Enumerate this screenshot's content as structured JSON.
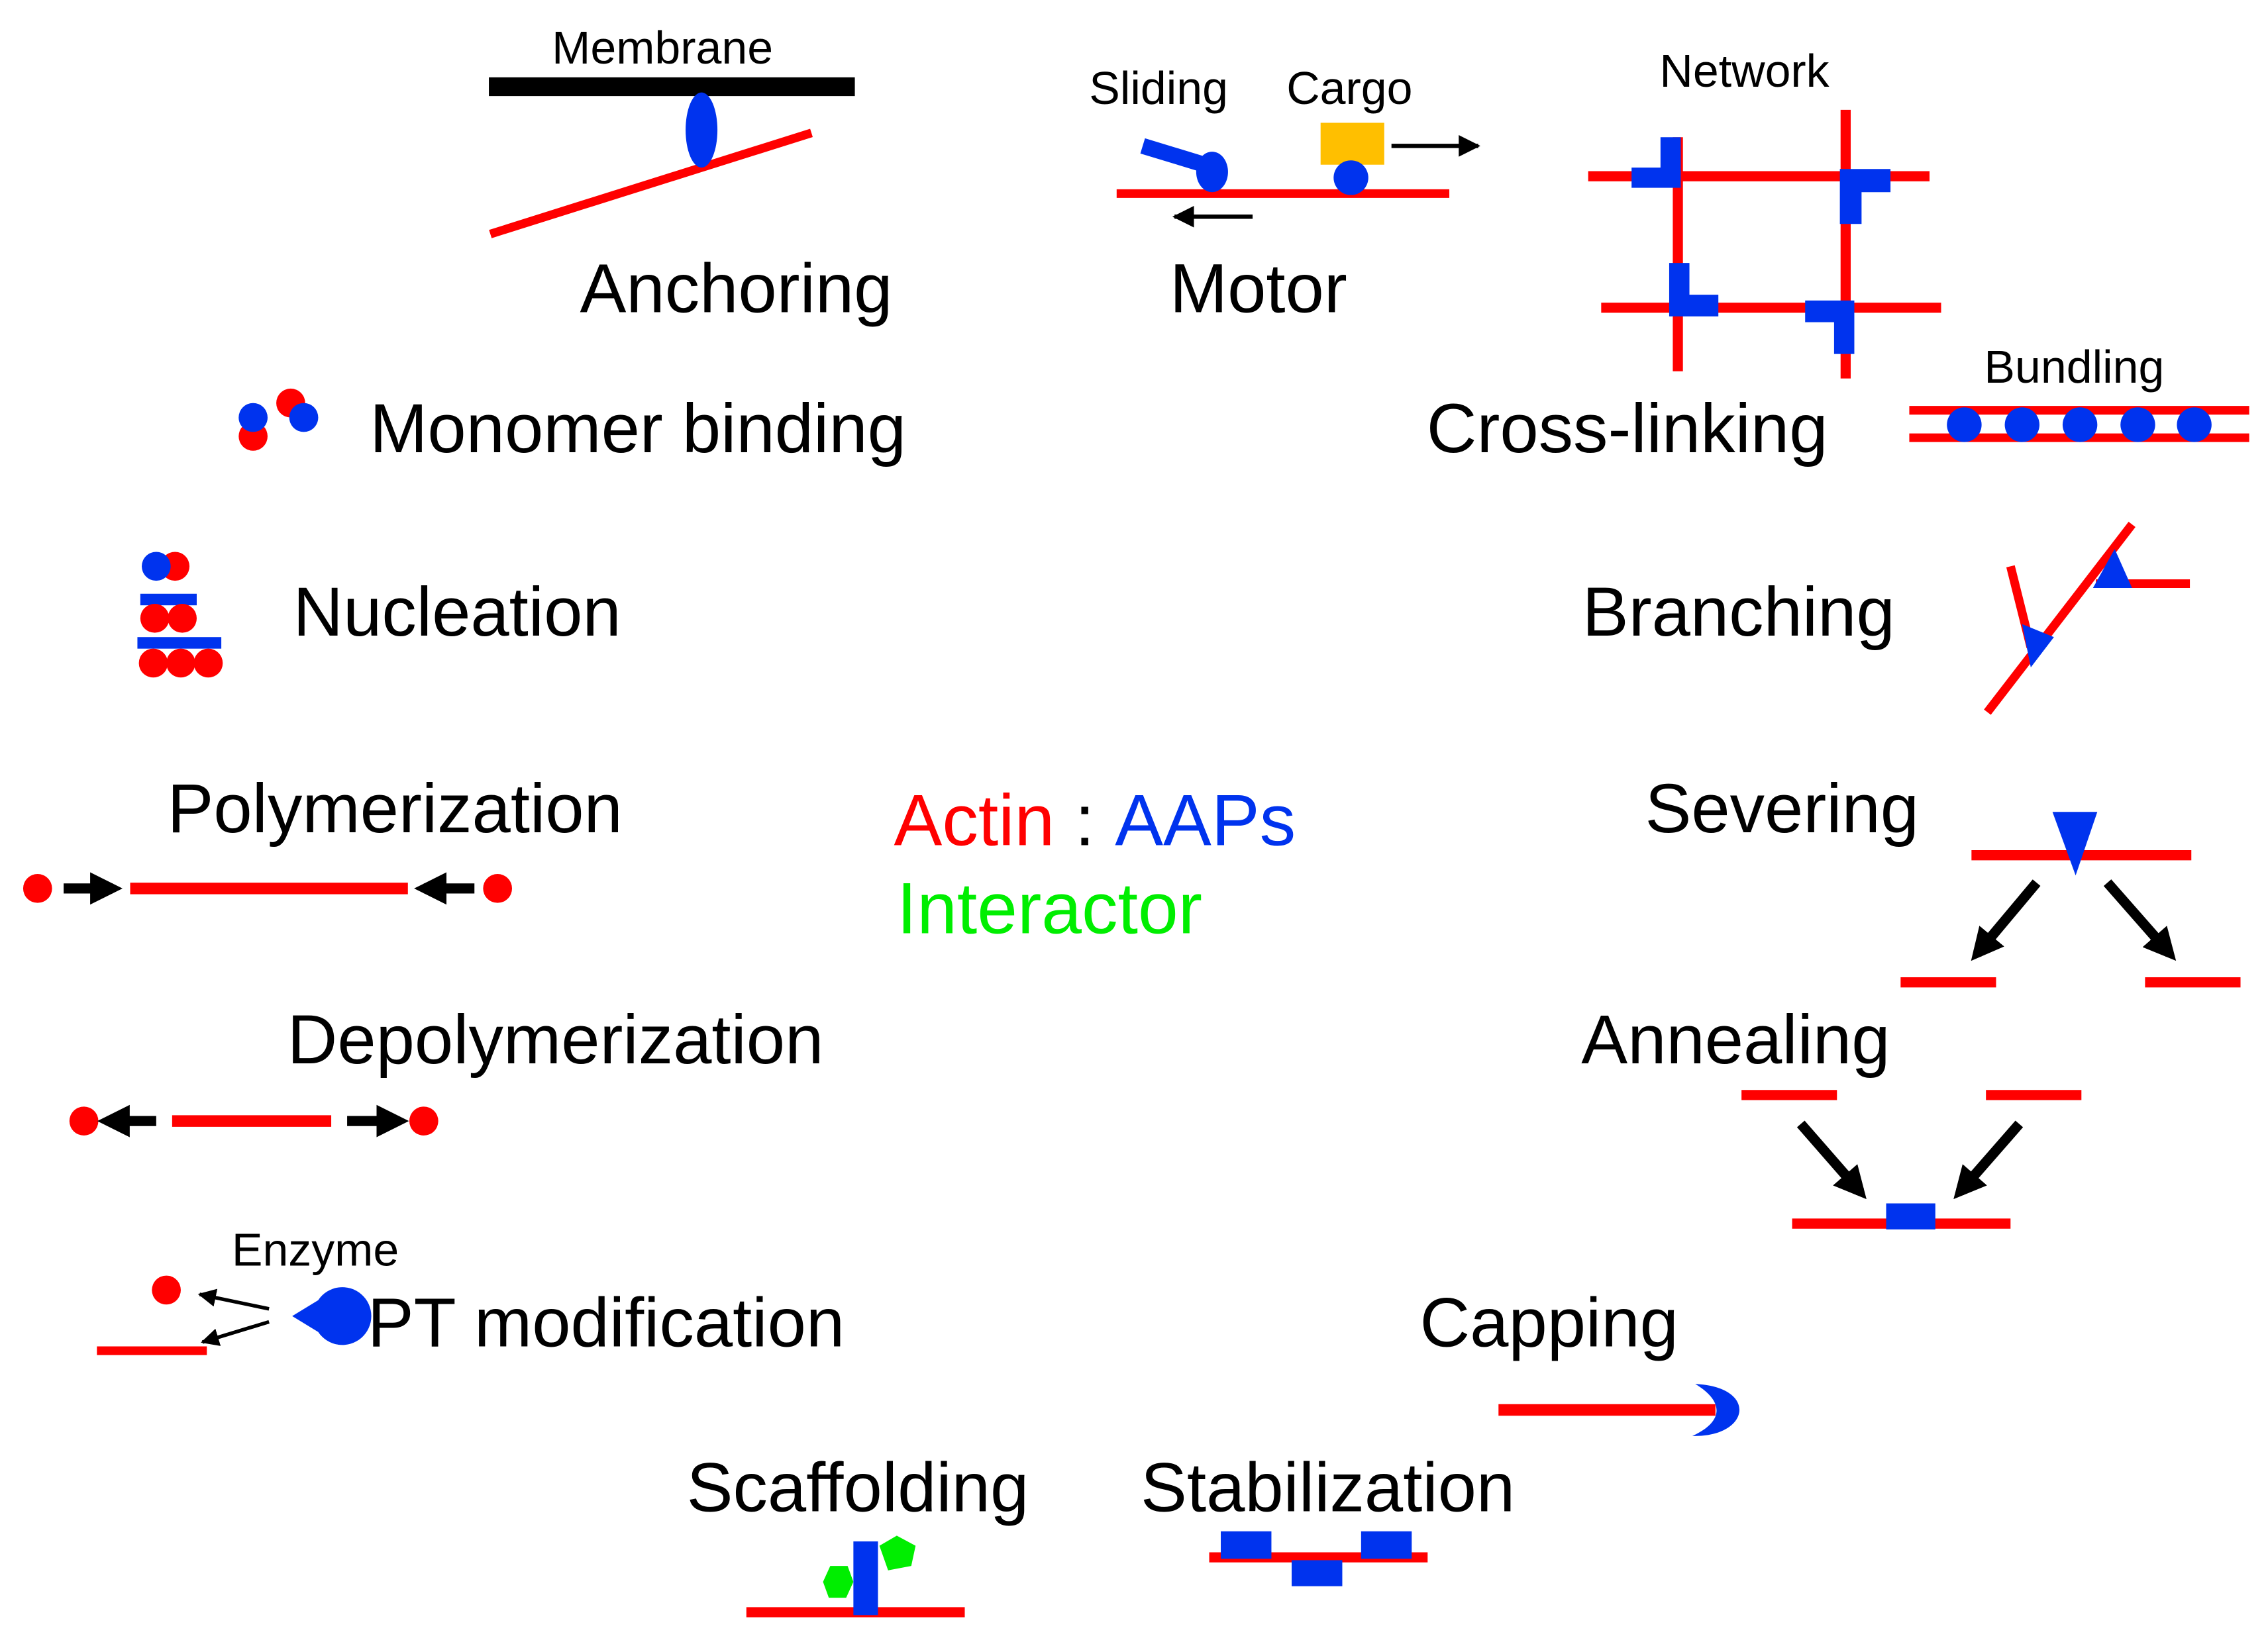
{
  "colors": {
    "actin": "#ff0000",
    "aap": "#0033ee",
    "interactor": "#00ee00",
    "cargo": "#ffbf00",
    "membrane": "#000000",
    "arrow": "#000000"
  },
  "icons": {
    "monomer": "filled-circle",
    "filament": "red-bar",
    "aap": "blue-shape",
    "arrow": "black-arrow"
  },
  "labels": {
    "anchoring": "Anchoring",
    "membrane": "Membrane",
    "motor": "Motor",
    "sliding": "Sliding",
    "cargo": "Cargo",
    "network": "Network",
    "cross_linking": "Cross-linking",
    "bundling": "Bundling",
    "monomer_binding": "Monomer binding",
    "nucleation": "Nucleation",
    "branching": "Branching",
    "polymerization": "Polymerization",
    "severing": "Severing",
    "depolymerization": "Depolymerization",
    "annealing": "Annealing",
    "enzyme": "Enzyme",
    "pt_modification": "PT modification",
    "capping": "Capping",
    "scaffolding": "Scaffolding",
    "stabilization": "Stabilization"
  },
  "legend": {
    "actin": "Actin",
    "separator": " : ",
    "aaps": "AAPs",
    "interactor": "Interactor"
  }
}
